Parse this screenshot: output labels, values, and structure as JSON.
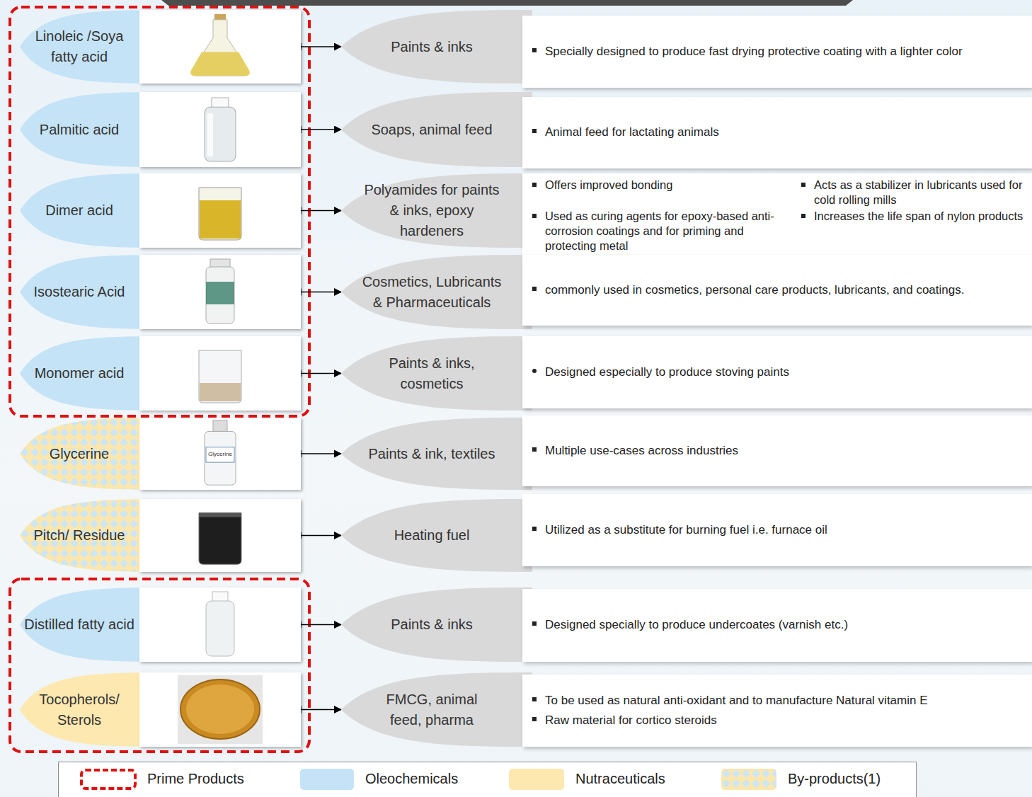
{
  "diagram": {
    "nodes": [
      {
        "text": [
          "Linoleic /Soya fatty acid"
        ]
      },
      {
        "text": [
          "Paints & inks"
        ]
      },
      {
        "text": [
          "Specially designed to produce fast drying protective coating with a lighter color"
        ]
      },
      {
        "text": [
          "Palmitic acid"
        ]
      },
      {
        "text": [
          "Soaps, animal feed"
        ]
      },
      {
        "text": [
          "Animal feed for lactating animals"
        ]
      },
      {
        "text": [
          "Dimer acid"
        ]
      },
      {
        "text": [
          "Polyamides for paints & inks, epoxy hardeners"
        ]
      },
      {
        "text": [
          "Offers improved bonding",
          "Used as curing agents for epoxy-based anti-corrosion coatings and for priming and protecting metal",
          "Acts as a stabilizer in lubricants used for cold rolling mills",
          "Increases the life span of nylon products"
        ]
      },
      {
        "text": [
          "Isostearic Acid"
        ]
      },
      {
        "text": [
          "Cosmetics, Lubricants & Pharmaceuticals"
        ]
      },
      {
        "text": [
          "commonly used in cosmetics, personal care products, lubricants, and coatings."
        ]
      },
      {
        "text": [
          "Monomer acid"
        ]
      },
      {
        "text": [
          "Paints & inks, cosmetics"
        ]
      },
      {
        "text": [
          "Designed especially to produce stoving paints"
        ]
      },
      {
        "text": [
          "Glycerine"
        ]
      },
      {
        "text": [
          "Paints & ink, textiles"
        ]
      },
      {
        "text": [
          "Multiple use-cases across industries"
        ]
      },
      {
        "text": [
          "Pitch/ Residue"
        ]
      },
      {
        "text": [
          "Heating fuel"
        ]
      },
      {
        "text": [
          "Utilized as a substitute for burning fuel i.e. furnace oil"
        ]
      },
      {
        "text": [
          "Distilled fatty acid"
        ]
      },
      {
        "text": [
          "Paints & inks"
        ]
      },
      {
        "text": [
          "Designed specially to produce undercoates (varnish etc.)"
        ]
      },
      {
        "text": [
          "Tocopherols/ Sterols"
        ]
      },
      {
        "text": [
          "FMCG, animal feed, pharma"
        ]
      },
      {
        "text": [
          "To be used as natural anti-oxidant and to manufacture Natural vitamin E",
          "Raw material for cortico steroids"
        ]
      }
    ],
    "edges": [
      {
        "from": 0,
        "to": 1,
        "arrow": "to"
      },
      {
        "from": 3,
        "to": 4,
        "arrow": "to"
      },
      {
        "from": 6,
        "to": 7,
        "arrow": "to"
      },
      {
        "from": 9,
        "to": 10,
        "arrow": "to"
      },
      {
        "from": 12,
        "to": 13,
        "arrow": "to"
      },
      {
        "from": 15,
        "to": 16,
        "arrow": "to"
      },
      {
        "from": 18,
        "to": 19,
        "arrow": "to"
      },
      {
        "from": 21,
        "to": 22,
        "arrow": "to"
      },
      {
        "from": 24,
        "to": 25,
        "arrow": "to"
      }
    ],
    "labels": [
      "Glycerine"
    ],
    "legend": [
      {
        "text": "Prime Products"
      },
      {
        "text": "Oleochemicals",
        "color": "#c5e3f6"
      },
      {
        "text": "Nutraceuticals",
        "color": "#fde8b0"
      },
      {
        "text": "By-products(1)"
      }
    ]
  }
}
